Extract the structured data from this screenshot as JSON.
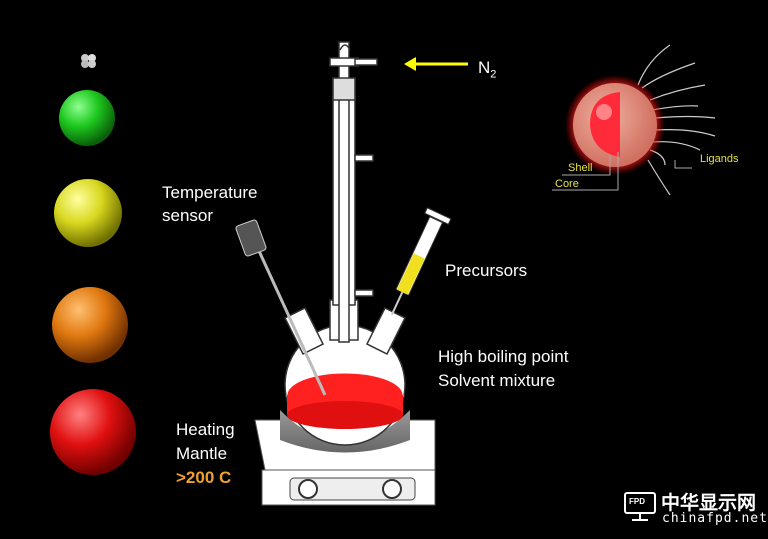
{
  "labels": {
    "temperature": "Temperature",
    "sensor": "sensor",
    "n2_main": "N",
    "n2_sub": "2",
    "precursors": "Precursors",
    "solvent_line1": "High boiling point",
    "solvent_line2": "Solvent mixture",
    "heating": "Heating",
    "mantle": "Mantle",
    "temp_value": ">200 C"
  },
  "nanoparticle": {
    "shell": "Shell",
    "core": "Core",
    "ligands": "Ligands"
  },
  "watermark": {
    "badge": "FPD",
    "name": "中华显示网",
    "url": "chinafpd.net"
  },
  "colors": {
    "accent_orange": "#f0a030",
    "arrow_yellow": "#ffff00",
    "label_yellow": "#e8e040",
    "liquid_red": "#ff2020"
  },
  "spheres": [
    "gray",
    "green",
    "yellow",
    "orange",
    "red"
  ]
}
